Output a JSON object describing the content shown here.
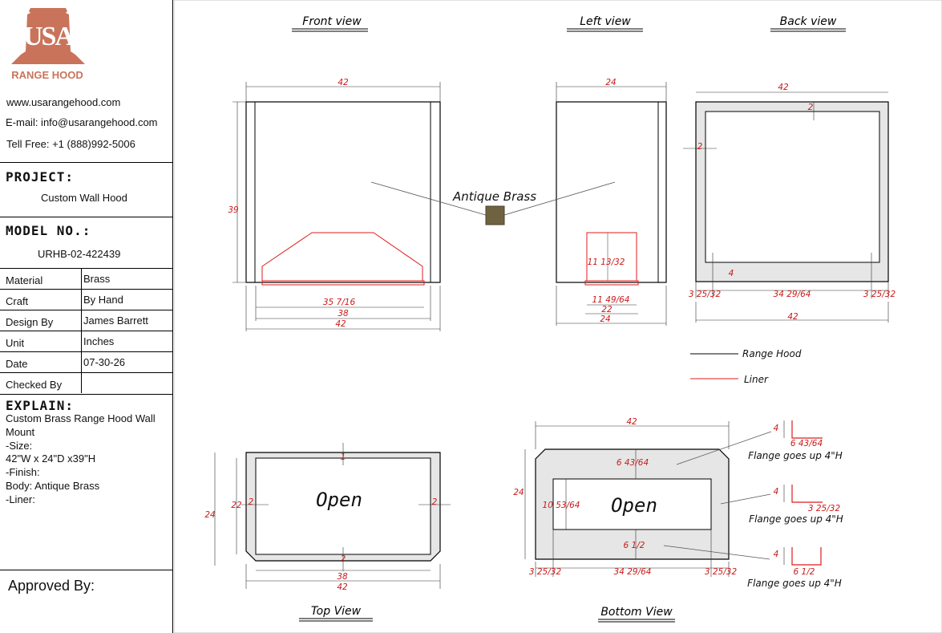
{
  "logo": {
    "letters": "USA",
    "tagline": "RANGE HOOD"
  },
  "contact": {
    "website": "www.usarangehood.com",
    "email": "E-mail: info@usarangehood.com",
    "phone": "Tell Free: +1 (888)992-5006"
  },
  "project": {
    "label": "PROJECT:",
    "value": "Custom Wall Hood"
  },
  "model": {
    "label": "MODEL NO.:",
    "value": "URHB-02-422439"
  },
  "specs": [
    {
      "label": "Material",
      "value": "Brass"
    },
    {
      "label": "Craft",
      "value": "By Hand"
    },
    {
      "label": "Design By",
      "value": "James Barrett"
    },
    {
      "label": "Unit",
      "value": "Inches"
    },
    {
      "label": "Date",
      "value": "07-30-26"
    },
    {
      "label": "Checked By",
      "value": ""
    }
  ],
  "explain": {
    "label": "EXPLAIN:",
    "lines": [
      "Custom Brass Range Hood Wall Mount",
      "-Size:",
      "42\"W x 24\"D x39\"H",
      "-Finish:",
      "Body: Antique Brass",
      "-Liner:"
    ]
  },
  "approved_by": "Approved By:",
  "views": {
    "front": "Front view",
    "left": "Left view",
    "back": "Back view",
    "top": "Top View",
    "bottom": "Bottom View"
  },
  "finish_callout": "Antique Brass",
  "legend": {
    "hood": "Range Hood",
    "liner": "Liner"
  },
  "colors": {
    "dimension": "#cc1b1b",
    "panel": "#e6e6e6",
    "swatch": "#6e6240",
    "logo": "#c9745a"
  },
  "open_label": "Open",
  "flange_note": "Flange goes up 4\"H",
  "dims": {
    "front_width": "42",
    "front_height": "39",
    "front_liner_top": "35 7/16",
    "front_liner_bottom": "38",
    "left_depth": "24",
    "left_liner_h": "11 13/32",
    "left_liner_w": "11 49/64",
    "left_liner_b": "22",
    "back_width": "42",
    "back_frame": "2",
    "back_lip": "4",
    "back_side": "3 25/32",
    "back_mid": "34 29/64",
    "top_width": "42",
    "top_depth": "24",
    "top_inner_w": "38",
    "top_inner_d": "22",
    "top_frame": "2",
    "top_dot": "1",
    "bottom_width": "42",
    "bottom_depth": "24",
    "bottom_front": "6 43/64",
    "bottom_open_h": "10 53/64",
    "bottom_back": "6 1/2",
    "bottom_side": "3 25/32",
    "bottom_mid": "34 29/64",
    "flange_h": "4",
    "flange1": "6 43/64",
    "flange2": "3 25/32",
    "flange3": "6 1/2"
  }
}
